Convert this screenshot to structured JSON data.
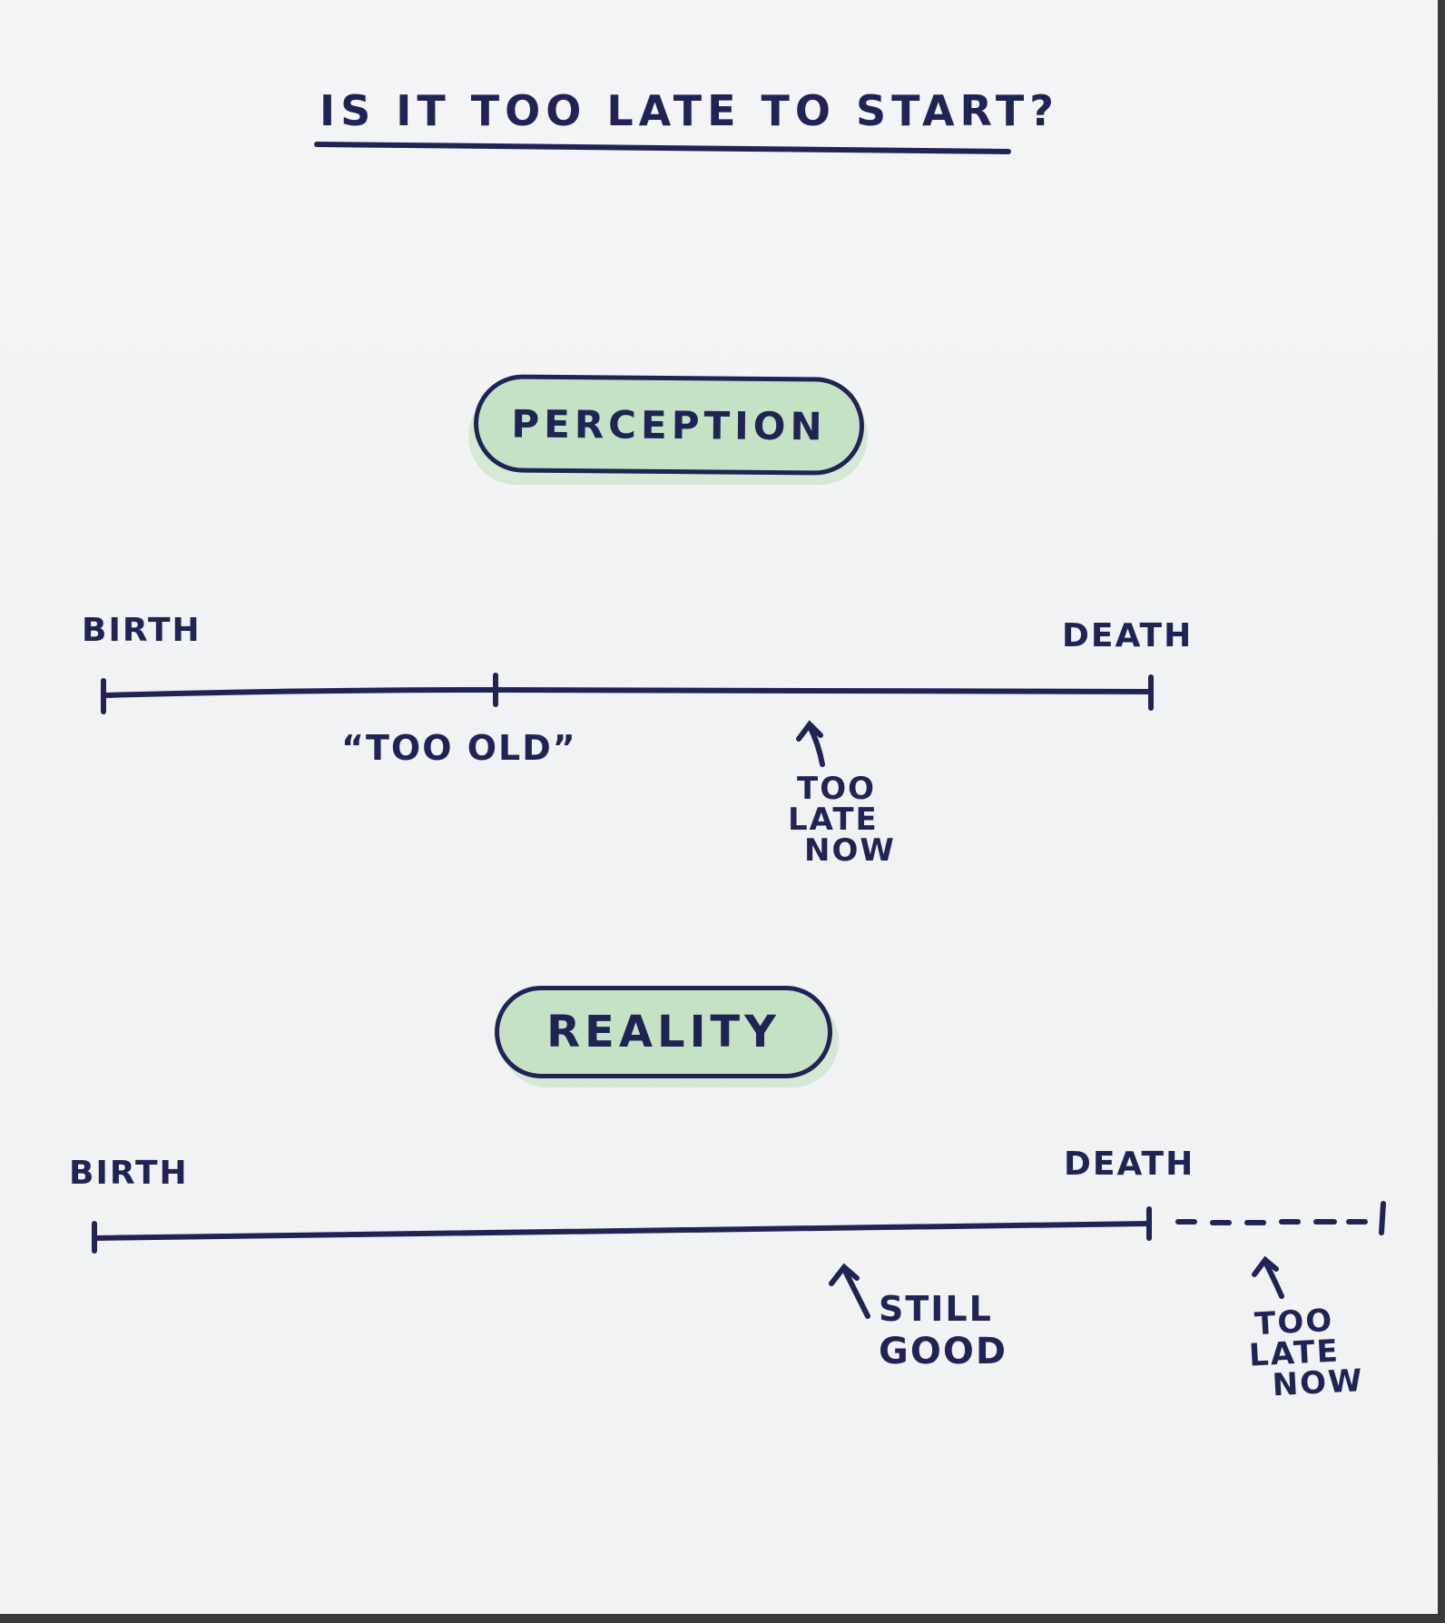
{
  "title": "IS IT TOO LATE TO START?",
  "perception": {
    "heading": "PERCEPTION",
    "start_label": "BIRTH",
    "end_label": "DEATH",
    "too_old_label": "“TOO OLD”",
    "too_late_lines": [
      "TOO",
      "LATE",
      "NOW"
    ]
  },
  "reality": {
    "heading": "REALITY",
    "start_label": "BIRTH",
    "end_label": "DEATH",
    "still_good_lines": [
      "STILL",
      "GOOD"
    ],
    "too_late_lines": [
      "TOO",
      "LATE",
      "NOW"
    ]
  },
  "colors": {
    "ink": "#1f2454",
    "pill_fill": "#c6e2c4",
    "paper": "#f2f3f5",
    "frame": "#3a3a3a"
  }
}
